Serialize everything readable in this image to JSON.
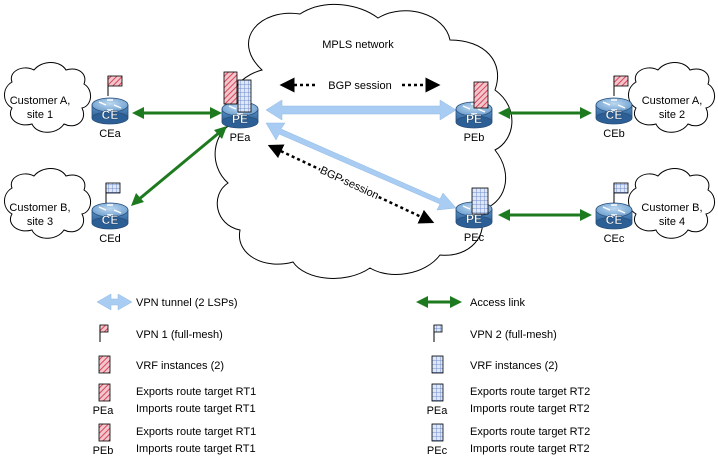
{
  "cloud_title": "MPLS network",
  "sessions": {
    "top": "BGP session",
    "diagonal": "BGP session"
  },
  "sites": {
    "a1": [
      "Customer A,",
      "site 1"
    ],
    "b3": [
      "Customer B,",
      "site 3"
    ],
    "a2": [
      "Customer A,",
      "site 2"
    ],
    "b4": [
      "Customer B,",
      "site 4"
    ]
  },
  "routers": {
    "cea": {
      "badge": "CE",
      "label": "CEa"
    },
    "ced": {
      "badge": "CE",
      "label": "CEd"
    },
    "ceb": {
      "badge": "CE",
      "label": "CEb"
    },
    "cec": {
      "badge": "CE",
      "label": "CEc"
    },
    "pea": {
      "badge": "PE",
      "label": "PEa"
    },
    "peb": {
      "badge": "PE",
      "label": "PEb"
    },
    "pec": {
      "badge": "PE",
      "label": "PEc"
    }
  },
  "legend": {
    "vpn_tunnel": "VPN tunnel (2 LSPs)",
    "access_link": "Access link",
    "vpn1": "VPN 1 (full-mesh)",
    "vpn2": "VPN 2 (full-mesh)",
    "vrf1": "VRF instances (2)",
    "vrf2": "VRF instances (2)",
    "exp_rt1_a": "Exports route target RT1",
    "imp_rt1_a": "Imports route target RT1",
    "exp_rt2_a": "Exports route target RT2",
    "imp_rt2_a": "Imports route target RT2",
    "exp_rt1_b": "Exports route target RT1",
    "imp_rt1_b": "Imports route target RT1",
    "exp_rt2_c": "Exports route target RT2",
    "imp_rt2_c": "Imports route target RT2",
    "pea": "PEa",
    "peb": "PEb",
    "pea2": "PEa",
    "pec": "PEc"
  },
  "colors": {
    "tunnel": "#a9cdf2",
    "access": "#1e7a1e",
    "router_top": "#7fb0dc",
    "router_body": "#3f7fbf",
    "vpn1": "#d9445a",
    "vpn2": "#6f8fcf"
  }
}
